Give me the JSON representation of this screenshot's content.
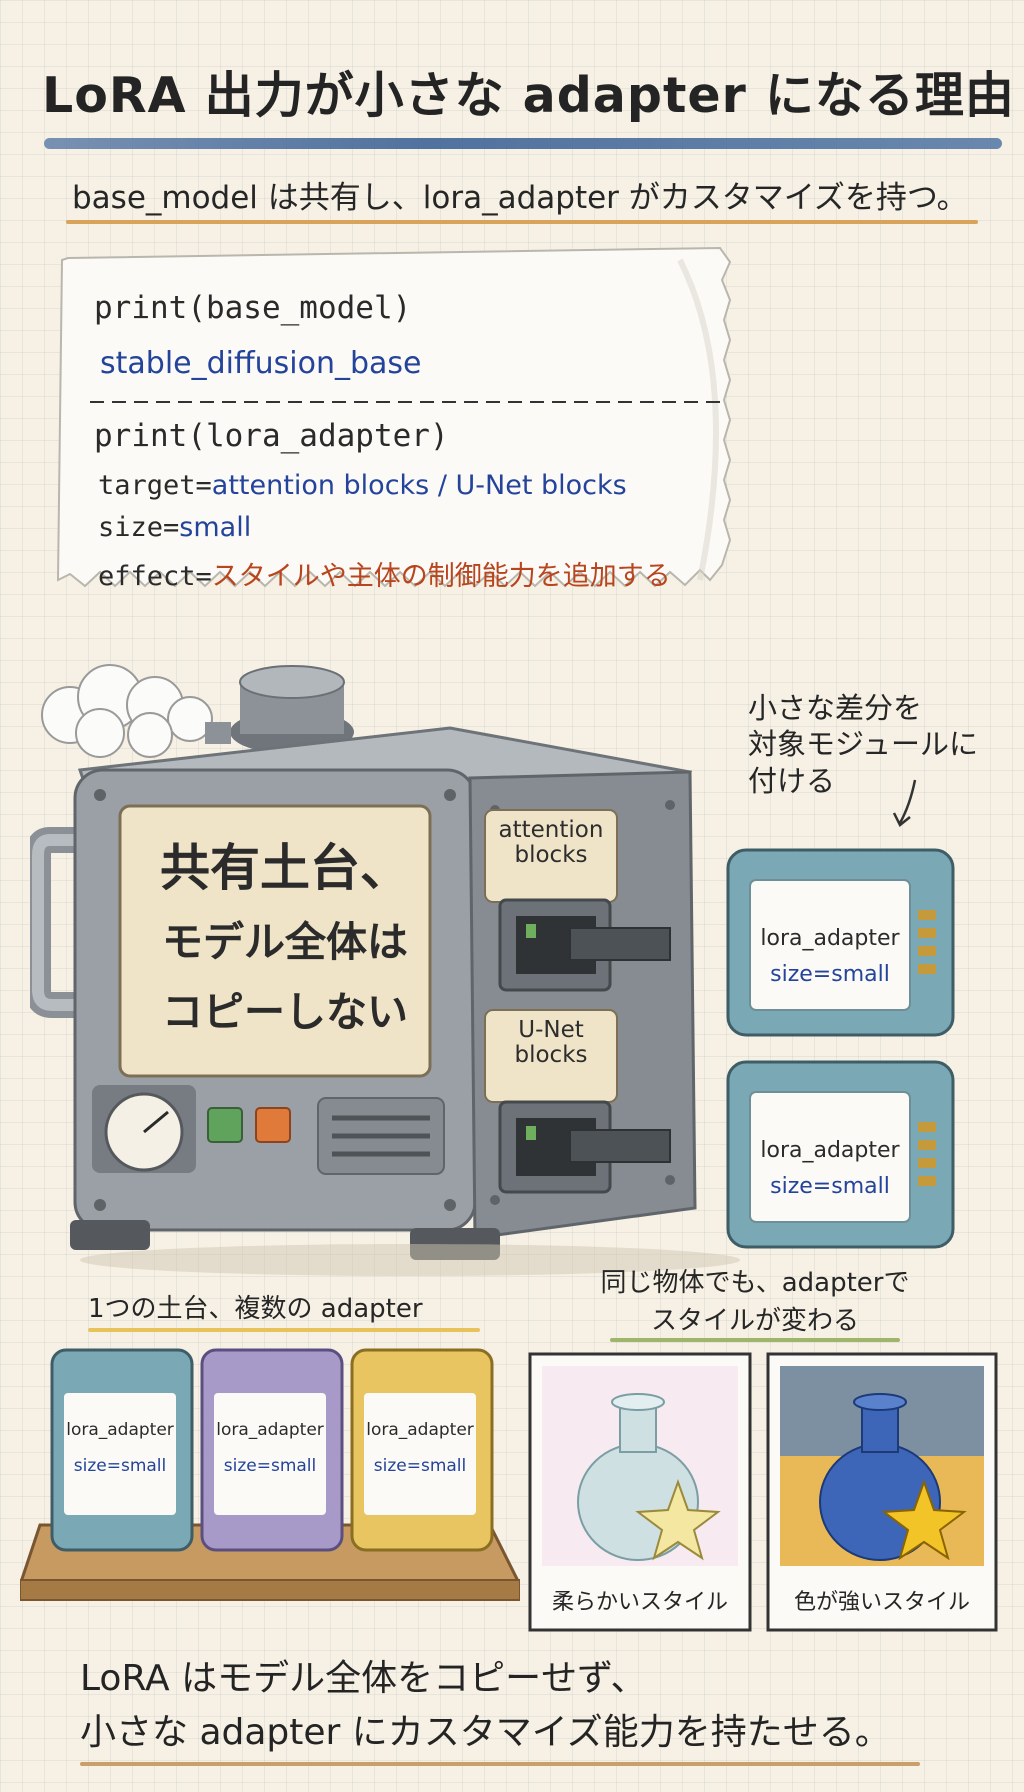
{
  "title": "LoRA 出力が小さな adapter になる理由",
  "subtitle": "base_model は共有し、lora_adapter がカスタマイズを持つ。",
  "code": {
    "line1": "print(base_model)",
    "line2": "stable_diffusion_base",
    "line3": "print(lora_adapter)",
    "target_key": "target=",
    "target_val": "attention blocks / U-Net blocks",
    "size_key": "size=",
    "size_val": "small",
    "effect_key": "effect=",
    "effect_val": "スタイルや主体の制御能力を追加する"
  },
  "machine": {
    "panel_lines": [
      "共有土台、",
      "モデル全体は",
      "コピーしない"
    ],
    "tag_attention": [
      "attention",
      "blocks"
    ],
    "tag_unet": [
      "U-Net",
      "blocks"
    ]
  },
  "adapter": {
    "name": "lora_adapter",
    "size": "size=small"
  },
  "note": [
    "小さな差分を",
    "対象モジュールに",
    "付ける"
  ],
  "multi_caption": "1つの土台、複数の adapter",
  "style_caption": [
    "同じ物体でも、adapterで",
    "スタイルが変わる"
  ],
  "style_soft": "柔らかいスタイル",
  "style_strong": "色が強いスタイル",
  "footer": [
    "LoRA はモデル全体をコピーせず、",
    "小さな adapter にカスタマイズ能力を持たせる。"
  ],
  "colors": {
    "blue_text": "#24439b",
    "red_text": "#b8451e",
    "metal": "#9aa0a5",
    "adapter_teal": "#7aa8b4",
    "adapter_purple": "#a89ac8",
    "adapter_yellow": "#e8c560"
  }
}
